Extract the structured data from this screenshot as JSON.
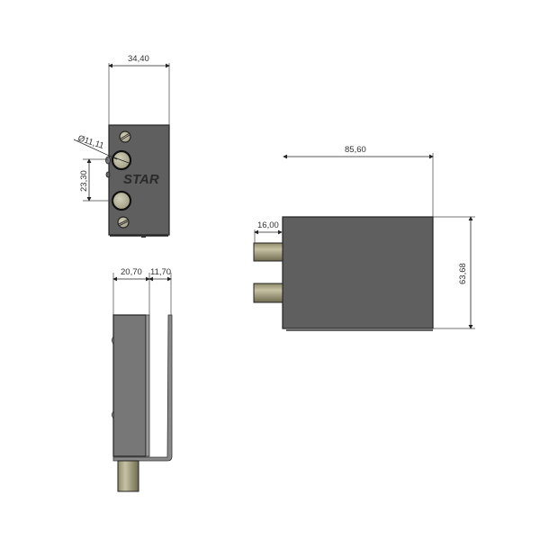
{
  "drawing": {
    "views": {
      "front": {
        "label": "front-view",
        "dimensions": {
          "width": "34,40",
          "hole_diameter": "Ø11,11",
          "hole_spacing": "23,30"
        },
        "logo_text": "STAR"
      },
      "side": {
        "label": "side-view",
        "dimensions": {
          "body_depth": "20,70",
          "bracket_depth": "11,70"
        }
      },
      "top": {
        "label": "top-view",
        "dimensions": {
          "length": "85,60",
          "pin_length": "16,00",
          "height": "63,68"
        }
      }
    },
    "colors": {
      "body": "#5f5f5f",
      "body_dark": "#4a4a4a",
      "bracket": "#8a8a8a",
      "pin": "#9b9677",
      "pin_light": "#c6c2a4",
      "screw": "#b8b49c",
      "line": "#222222"
    }
  }
}
